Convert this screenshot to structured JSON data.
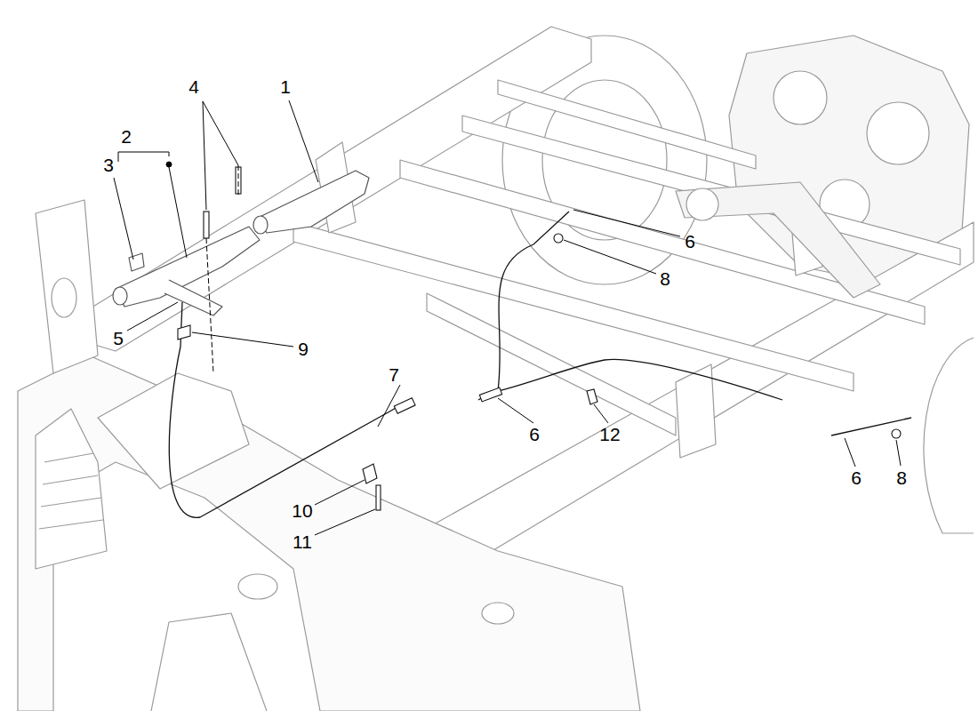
{
  "diagram": {
    "labels": [
      "4",
      "1",
      "2",
      "3",
      "6",
      "8",
      "5",
      "9",
      "7",
      "6",
      "12",
      "6",
      "8",
      "10",
      "11"
    ]
  }
}
